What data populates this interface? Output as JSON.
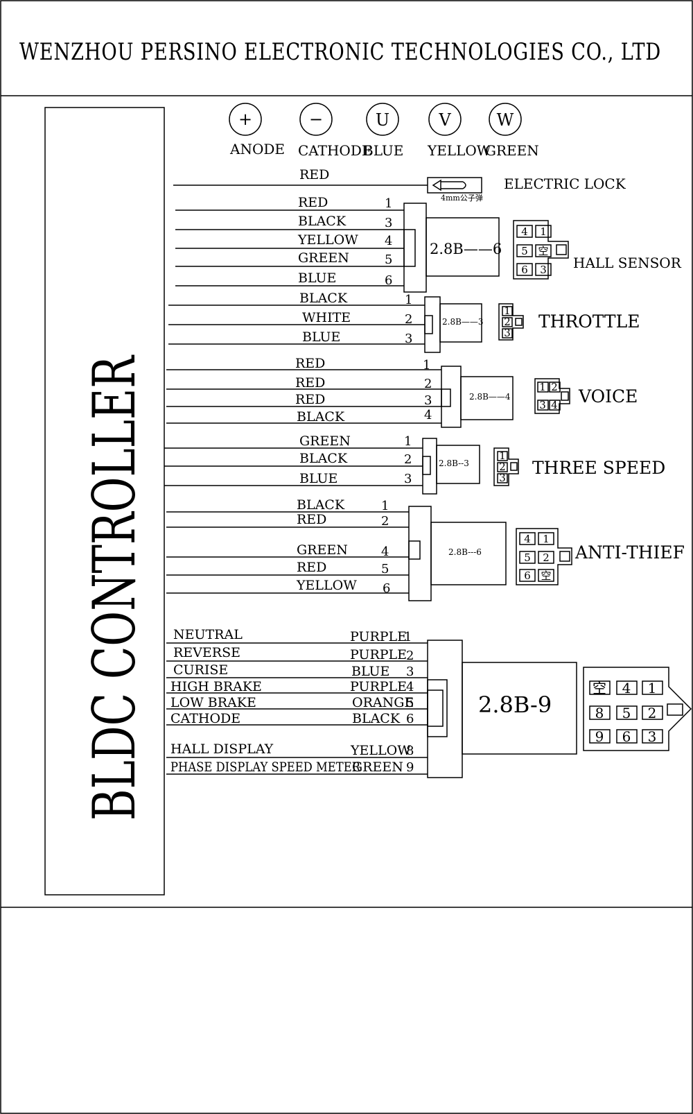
{
  "title": "WENZHOU PERSINO ELECTRONIC TECHNOLOGIES CO., LTD",
  "controller_label": "BLDC CONTROLLER",
  "terminals": [
    {
      "symbol": "+",
      "label": "ANODE"
    },
    {
      "symbol": "−",
      "label": "CATHODE"
    },
    {
      "symbol": "U",
      "label": "BLUE"
    },
    {
      "symbol": "V",
      "label": "YELLOW"
    },
    {
      "symbol": "W",
      "label": "GREEN"
    }
  ],
  "electric_lock": {
    "wire": "RED",
    "fuse_label": "4mm公子弹",
    "device": "ELECTRIC LOCK"
  },
  "hall_sensor": {
    "device": "HALL SENSOR",
    "connector": "2.8B——6",
    "wires": [
      {
        "color": "RED",
        "pin": "1"
      },
      {
        "color": "BLACK",
        "pin": "3"
      },
      {
        "color": "YELLOW",
        "pin": "4"
      },
      {
        "color": "GREEN",
        "pin": "5"
      },
      {
        "color": "BLUE",
        "pin": "6"
      }
    ],
    "cells": [
      "4",
      "1",
      "5",
      "空",
      "6",
      "3"
    ]
  },
  "throttle": {
    "device": "THROTTLE",
    "connector": "2.8B——3",
    "wires": [
      {
        "color": "BLACK",
        "pin": "1"
      },
      {
        "color": "WHITE",
        "pin": "2"
      },
      {
        "color": "BLUE",
        "pin": "3"
      }
    ],
    "cells": [
      "1",
      "2",
      "3"
    ]
  },
  "voice": {
    "device": "VOICE",
    "connector": "2.8B——4",
    "wires": [
      {
        "color": "RED",
        "pin": "1"
      },
      {
        "color": "RED",
        "pin": "2"
      },
      {
        "color": "RED",
        "pin": "3"
      },
      {
        "color": "BLACK",
        "pin": "4"
      }
    ],
    "cells": [
      "1",
      "2",
      "3",
      "4"
    ]
  },
  "three_speed": {
    "device": "THREE SPEED",
    "connector": "2.8B--3",
    "wires": [
      {
        "color": "GREEN",
        "pin": "1"
      },
      {
        "color": "BLACK",
        "pin": "2"
      },
      {
        "color": "BLUE",
        "pin": "3"
      }
    ],
    "cells": [
      "1",
      "2",
      "3"
    ]
  },
  "anti_thief": {
    "device": "ANTI-THIEF",
    "connector": "2.8B---6",
    "wires": [
      {
        "color": "BLACK",
        "pin": "1"
      },
      {
        "color": "RED",
        "pin": "2"
      },
      {
        "color": "GREEN",
        "pin": "4"
      },
      {
        "color": "RED",
        "pin": "5"
      },
      {
        "color": "YELLOW",
        "pin": "6"
      }
    ],
    "cells": [
      "4",
      "1",
      "5",
      "2",
      "6",
      "空"
    ]
  },
  "display": {
    "connector": "2.8B-9",
    "wires": [
      {
        "function": "NEUTRAL",
        "color": "PURPLE",
        "pin": "1"
      },
      {
        "function": "REVERSE",
        "color": "PURPLE",
        "pin": "2"
      },
      {
        "function": "CURISE",
        "color": "BLUE",
        "pin": "3"
      },
      {
        "function": "HIGH BRAKE",
        "color": "PURPLE",
        "pin": "4"
      },
      {
        "function": "LOW BRAKE",
        "color": "ORANGE",
        "pin": "5"
      },
      {
        "function": "CATHODE",
        "color": "BLACK",
        "pin": "6"
      },
      {
        "function": "HALL DISPLAY",
        "color": "YELLOW",
        "pin": "8"
      },
      {
        "function": "PHASE DISPLAY SPEED METER",
        "color": "GREEN",
        "pin": "9"
      }
    ],
    "cells": [
      "空",
      "4",
      "1",
      "8",
      "5",
      "2",
      "9",
      "6",
      "3"
    ]
  }
}
